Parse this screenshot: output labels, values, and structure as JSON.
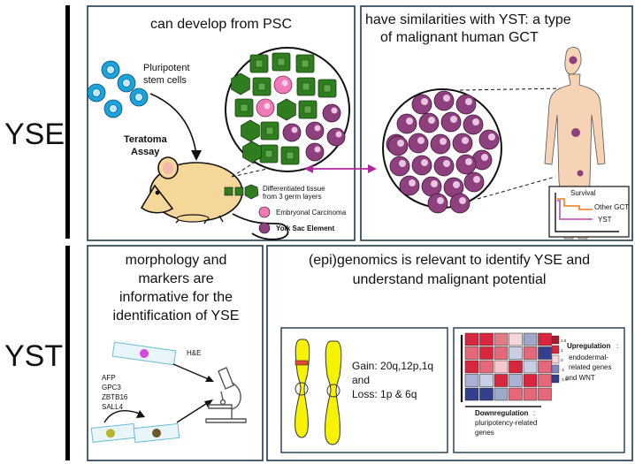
{
  "side_labels": [
    "YSE",
    "YST"
  ],
  "panels": {
    "psc": {
      "title": "can develop from PSC",
      "pluripotent": [
        "Pluripotent",
        "stem cells"
      ],
      "assay": [
        "Teratoma",
        "Assay"
      ],
      "legend": [
        {
          "text": "Differentiated tissue",
          "text2": "from 3 germ layers",
          "color": "#2e7d1e"
        },
        {
          "text": "Embryonal Carcinoma",
          "color": "#f07ab8"
        },
        {
          "text": "Yolk Sac Element",
          "color": "#8e3f7e"
        }
      ]
    },
    "yst": {
      "title_lines": [
        "have similarities with YST: a type",
        "of malignant human GCT"
      ],
      "survival": {
        "title": "Survival",
        "series": [
          "Other GCT",
          "YST"
        ],
        "colors": [
          "#ef7b1f",
          "#b64ab0"
        ]
      }
    },
    "morph": {
      "title_lines": [
        "morphology and",
        "markers are",
        "informative for the",
        "identification of YSE"
      ],
      "stain": "H&E",
      "markers": [
        "AFP",
        "GPC3",
        "ZBTB16",
        "SALL4"
      ]
    },
    "epi": {
      "title_lines": [
        "(epi)genomics is relevant to identify YSE and",
        "understand malignant potential"
      ],
      "gain_lines": [
        "Gain: 20q,12p,1q",
        "and",
        "Loss: 1p & 6q"
      ],
      "heatmap": {
        "up_title": "Upregulation",
        "up_lines": [
          "endodermal-",
          "related genes",
          "and WNT"
        ],
        "down_title": "Downregulation",
        "down_lines": [
          "pluripotency-related",
          "genes"
        ],
        "cells": [
          [
            "#d7263d",
            "#d7263d",
            "#e07b86",
            "#f2d7da",
            "#9ea8c9",
            "#d7263d"
          ],
          [
            "#e5687a",
            "#d7263d",
            "#e5687a",
            "#c8cfe3",
            "#e5687a",
            "#34408c"
          ],
          [
            "#d7263d",
            "#e5687a",
            "#f3c9cf",
            "#d7263d",
            "#c8cfe3",
            "#e5687a"
          ],
          [
            "#aab2d4",
            "#c8cfe3",
            "#d7263d",
            "#aab2d4",
            "#d7263d",
            "#e5687a"
          ],
          [
            "#34408c",
            "#34408c",
            "#9ea8c9",
            "#e5687a",
            "#e5687a",
            "#e5687a"
          ]
        ],
        "scale": [
          "#a11d2a",
          "#d7263d",
          "#f6d6da",
          "#8088bd",
          "#34408c"
        ],
        "scale_labels": [
          "1.0",
          "1",
          "0",
          "-1",
          "-1.6"
        ]
      }
    }
  }
}
